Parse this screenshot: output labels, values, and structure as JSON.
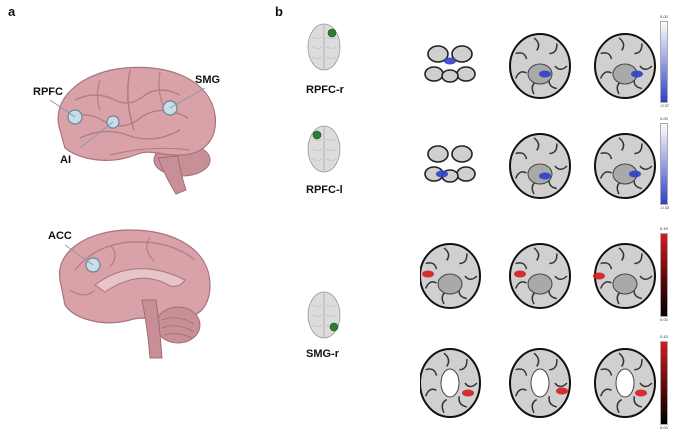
{
  "panels": {
    "a": {
      "letter": "a"
    },
    "b": {
      "letter": "b"
    }
  },
  "figure_a": {
    "lateral_rois": [
      {
        "label": "RPFC"
      },
      {
        "label": "SMG"
      },
      {
        "label": "AI"
      }
    ],
    "medial_rois": [
      {
        "label": "ACC"
      }
    ]
  },
  "figure_b": {
    "seeds": [
      {
        "label": "RPFC-r"
      },
      {
        "label": "RPFC-l"
      },
      {
        "label": "SMG-r"
      }
    ],
    "colorbars": [
      {
        "top": "0.00",
        "bottom": "-0.37",
        "scale": "negative"
      },
      {
        "top": "0.00",
        "bottom": "-0.33",
        "scale": "negative"
      },
      {
        "top": "0.43",
        "bottom": "0.00",
        "scale": "positive"
      },
      {
        "top": "0.43",
        "bottom": "0.00",
        "scale": "positive"
      }
    ]
  },
  "colors": {
    "brain_pink": "#d9a2a8",
    "brain_dark": "#b87882",
    "roi_fill": "#c8dde8",
    "negative_blue": "#2f3fc8",
    "positive_red": "#d61c1c",
    "seed_green": "#2e7d32"
  }
}
